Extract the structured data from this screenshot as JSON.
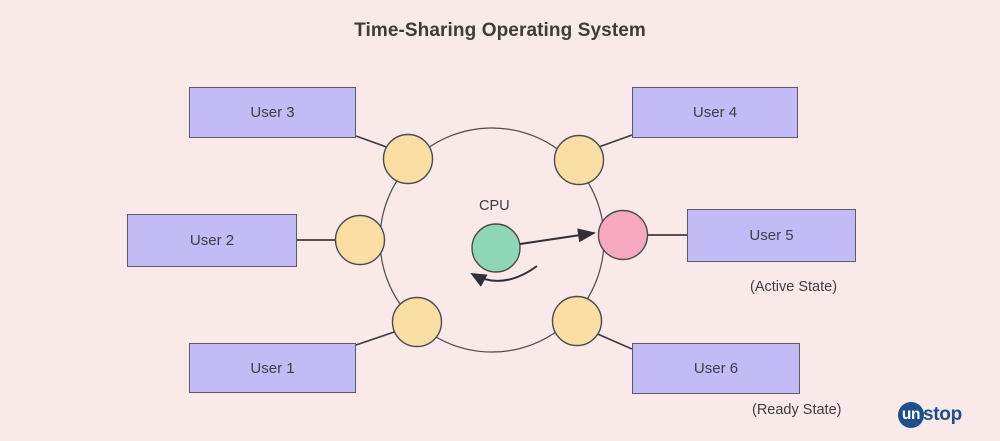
{
  "title": "Time-Sharing Operating System",
  "colors": {
    "background": "#fae9e9",
    "user_box_fill": "#c3bbf5",
    "user_box_stroke": "#5b5b66",
    "waiting_node_fill": "#fadfa4",
    "active_node_fill": "#f5a8c0",
    "cpu_fill": "#8fd6b8",
    "node_stroke": "#4a4a50",
    "line_stroke": "#3c3c44",
    "text": "#3d3d46",
    "logo": "#1f4e8c"
  },
  "cpu": {
    "label": "CPU"
  },
  "users": [
    {
      "id": "user-1",
      "label": "User 1"
    },
    {
      "id": "user-2",
      "label": "User 2"
    },
    {
      "id": "user-3",
      "label": "User 3"
    },
    {
      "id": "user-4",
      "label": "User 4"
    },
    {
      "id": "user-5",
      "label": "User 5"
    },
    {
      "id": "user-6",
      "label": "User 6"
    }
  ],
  "annotations": {
    "active_state": "(Active State)",
    "ready_state": "(Ready State)"
  },
  "logo": {
    "mark": "un",
    "text": "stop"
  }
}
